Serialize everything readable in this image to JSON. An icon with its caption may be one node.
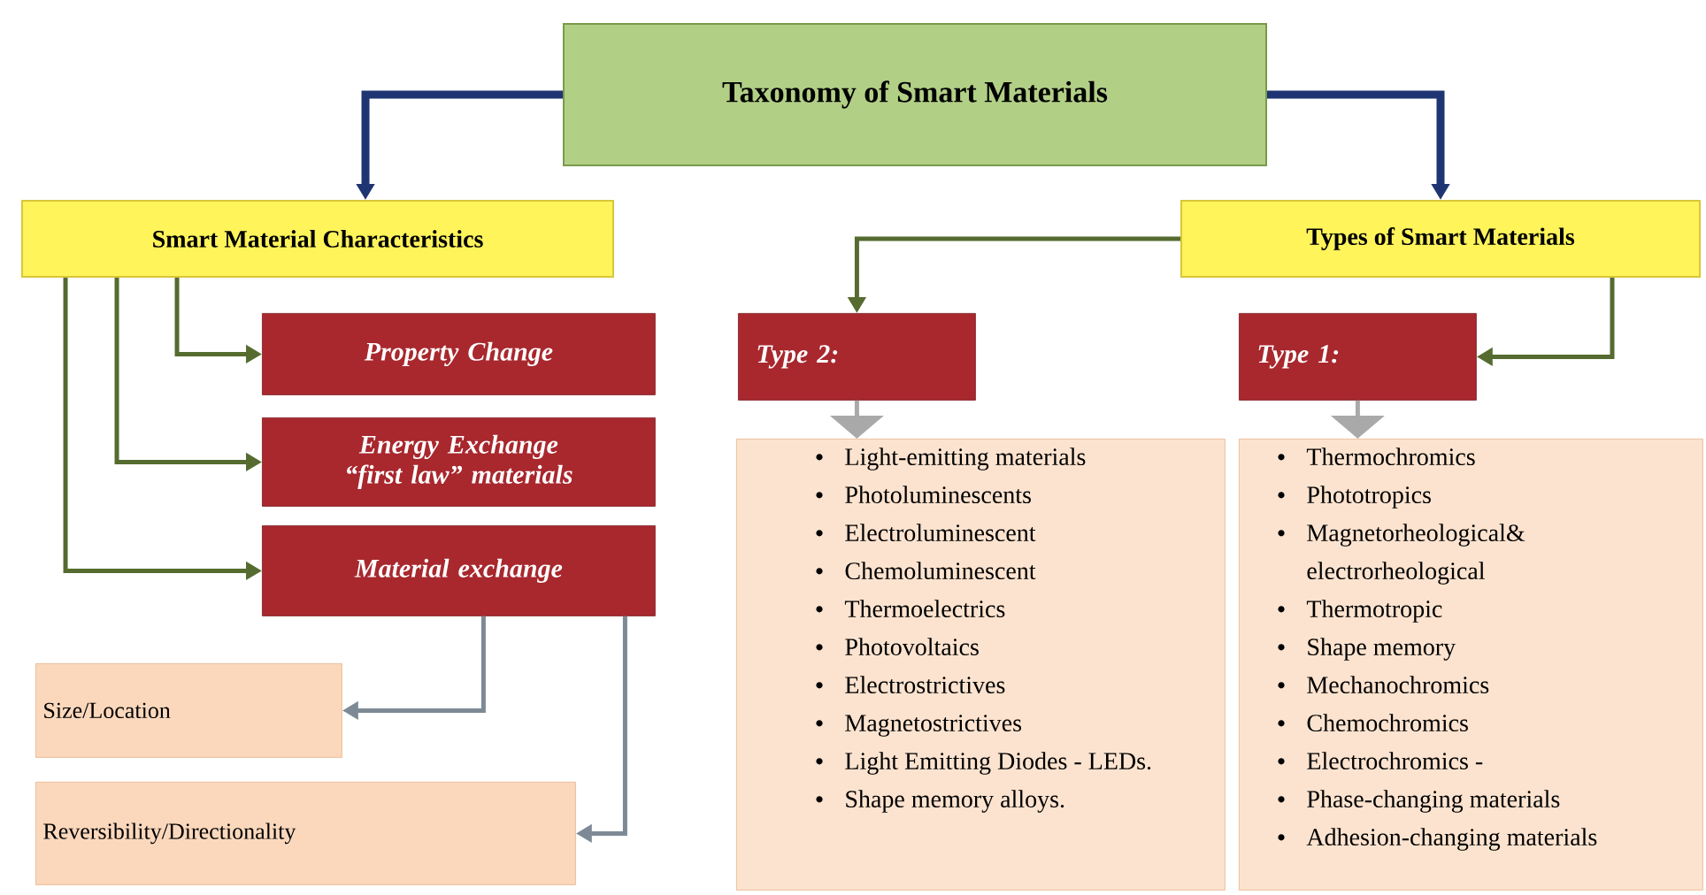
{
  "diagram": {
    "nodes": [
      {
        "text": [
          "Taxonomy of Smart Materials"
        ]
      },
      {
        "text": [
          "Smart Material Characteristics"
        ]
      },
      {
        "text": [
          "Types of Smart Materials"
        ]
      },
      {
        "text": [
          "Property Change"
        ]
      },
      {
        "text": [
          "Energy Exchange “first law” materials"
        ]
      },
      {
        "text": [
          "Material exchange"
        ]
      },
      {
        "text": [
          "Size/Location"
        ]
      },
      {
        "text": [
          "Reversibility/Directionality"
        ]
      },
      {
        "text": [
          "Type 2:"
        ]
      },
      {
        "text": [
          "Light-emitting materials",
          "Photoluminescents",
          "Electroluminescent",
          "Chemoluminescent",
          "Thermoelectrics",
          "Photovoltaics",
          "Electrostrictives",
          "Magnetostrictives",
          "Light Emitting Diodes - LEDs.",
          "Shape memory alloys."
        ]
      },
      {
        "text": [
          "Type 1:"
        ]
      },
      {
        "text": [
          "Thermochromics",
          "Phototropics",
          "Magnetorheological& electrorheological",
          "Thermotropic",
          "Shape memory",
          "Mechanochromics",
          "Chemochromics",
          "Electrochromics -",
          "Phase-changing materials",
          "Adhesion-changing materials"
        ]
      }
    ],
    "edges": [
      {
        "from": 0,
        "to": 1,
        "arrow": "to",
        "style": "thick",
        "color": "#1f3473"
      },
      {
        "from": 0,
        "to": 2,
        "arrow": "to",
        "style": "thick",
        "color": "#1f3473"
      },
      {
        "from": 1,
        "to": 3,
        "arrow": "to",
        "color": "#556b2f"
      },
      {
        "from": 1,
        "to": 4,
        "arrow": "to",
        "color": "#556b2f"
      },
      {
        "from": 1,
        "to": 5,
        "arrow": "to",
        "color": "#556b2f"
      },
      {
        "from": 2,
        "to": 8,
        "arrow": "to",
        "color": "#556b2f"
      },
      {
        "from": 2,
        "to": 10,
        "arrow": "to",
        "color": "#556b2f"
      },
      {
        "from": 5,
        "to": 6,
        "arrow": "to",
        "color": "#7d8a96"
      },
      {
        "from": 5,
        "to": 7,
        "arrow": "to",
        "color": "#7d8a96"
      },
      {
        "from": 8,
        "to": 9,
        "arrow": "to",
        "color": "#a9a9a9"
      },
      {
        "from": 10,
        "to": 11,
        "arrow": "to",
        "color": "#a9a9a9"
      }
    ]
  }
}
